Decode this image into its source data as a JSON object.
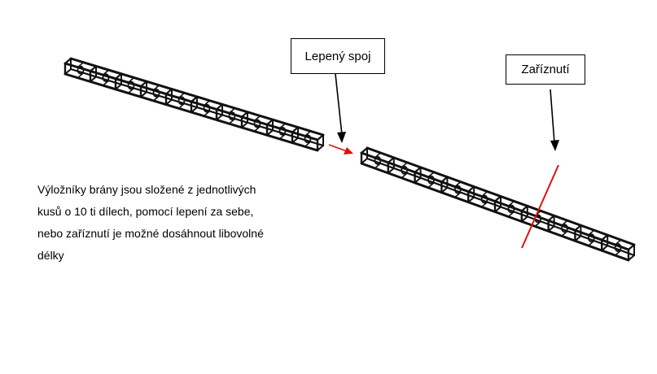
{
  "labels": {
    "glued_joint": "Lepený spoj",
    "cut": "Zaříznutí"
  },
  "description": {
    "lines": [
      "Výložníky brány jsou složené z jednotlivých",
      "kusů o 10 ti dílech, pomocí lepení za sebe,",
      "nebo zaříznutí je možné dosáhnout libovolné",
      "délky"
    ]
  },
  "colors": {
    "truss": "#111111",
    "accent": "#e01010",
    "text": "#000000"
  }
}
